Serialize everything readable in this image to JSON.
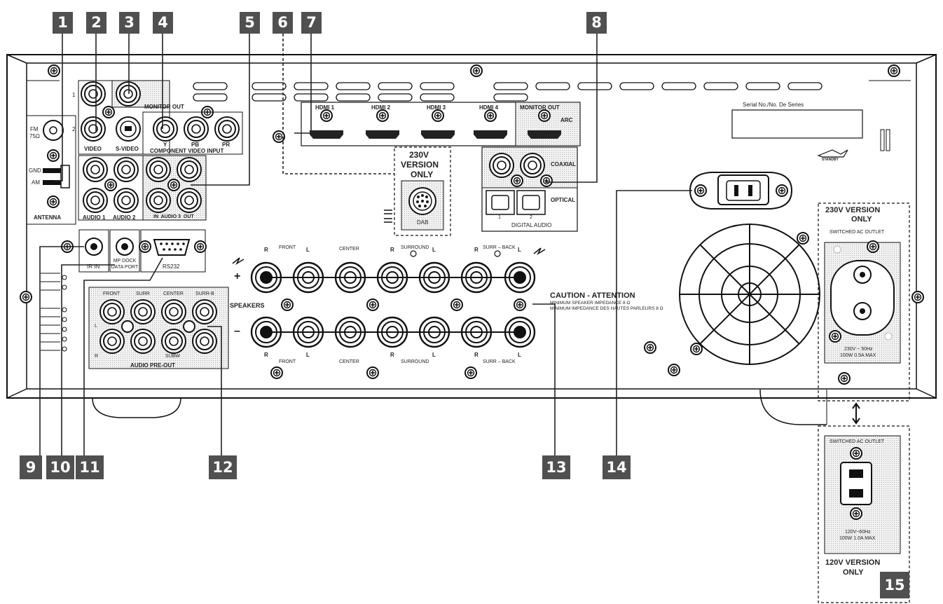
{
  "callouts": [
    "1",
    "2",
    "3",
    "4",
    "5",
    "6",
    "7",
    "8",
    "9",
    "10",
    "11",
    "12",
    "13",
    "14",
    "15"
  ],
  "antenna": {
    "fm": "FM",
    "ohm": "75Ω",
    "gnd": "GND",
    "am": "AM",
    "title": "ANTENNA"
  },
  "video": {
    "row1": "1",
    "row2": "2",
    "video": "VIDEO",
    "svideo": "S-VIDEO",
    "monitor_out": "MONITOR OUT",
    "y": "Y",
    "pb": "PB",
    "pr": "PR",
    "component": "COMPONENT VIDEO INPUT"
  },
  "audio_in": {
    "audio1": "AUDIO 1",
    "audio2": "AUDIO 2",
    "audio3": "IN  AUDIO 3  OUT"
  },
  "ports": {
    "ir_in": "IR IN",
    "mp_dock": "MP DOCK\nDATA PORT",
    "rs232": "RS232"
  },
  "preout": {
    "front": "FRONT",
    "surr": "SURR",
    "center": "CENTER",
    "surr_b": "SURR-B",
    "subw": "SUBW",
    "l": "L",
    "r": "R",
    "title": "AUDIO PRE-OUT"
  },
  "hdmi": {
    "h1": "HDMI 1",
    "h2": "HDMI 2",
    "h3": "HDMI 3",
    "h4": "HDMI 4",
    "monitor_out": "MONITOR OUT",
    "arc": "ARC"
  },
  "dab": {
    "v230": "230V",
    "version": "VERSION",
    "only": "ONLY",
    "dab": "DAB"
  },
  "digital": {
    "coaxial": "COAXIAL",
    "optical": "OPTICAL",
    "one": "1",
    "two": "2",
    "title": "DIGITAL AUDIO"
  },
  "serial": {
    "label": "Serial No./No. De Series"
  },
  "standby": {
    "label": "STANDBY"
  },
  "speakers": {
    "front": "FRONT",
    "center": "CENTER",
    "surround": "SURROUND",
    "surr_back": "SURR – BACK",
    "r": "R",
    "l": "L",
    "plus": "+",
    "minus": "–",
    "title": "SPEAKERS",
    "caution": "CAUTION - ATTENTION",
    "caution1": "MINIMUM SPEAKER IMPEDANCE 8 Ω",
    "caution2": "MINIMUM IMPEDANCE DES HAUTES PARLEURS 8 Ω"
  },
  "outlet230": {
    "title1": "230V VERSION",
    "title2": "ONLY",
    "label": "SWITCHED AC OUTLET",
    "spec1": "230V ~ 50Hz",
    "spec2": "100W 0.5A MAX"
  },
  "outlet120": {
    "label": "SWITCHED AC OUTLET",
    "spec1": "120V~60Hz",
    "spec2": "100W 1.0A MAX",
    "title1": "120V VERSION",
    "title2": "ONLY"
  }
}
